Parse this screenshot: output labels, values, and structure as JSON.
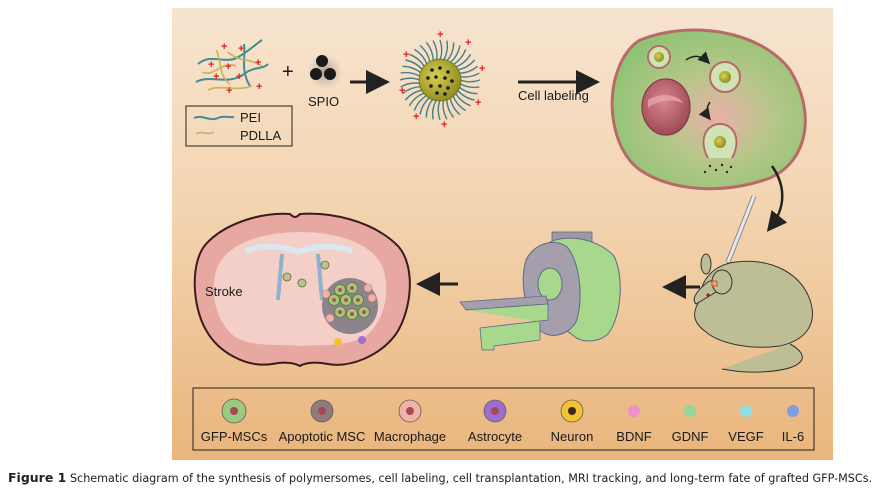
{
  "figure": {
    "labels": {
      "plus": "+",
      "spio": "SPIO",
      "cell_labeling": "Cell labeling",
      "stroke": "Stroke"
    },
    "polymer_legend": [
      {
        "name": "PEI",
        "color": "#3f8e94"
      },
      {
        "name": "PDLLA",
        "color": "#c9b25a"
      }
    ],
    "cell_legend": [
      {
        "name": "GFP-MSCs",
        "color": "#9bc97f"
      },
      {
        "name": "Apoptotic MSC",
        "color": "#8e7c7c"
      },
      {
        "name": "Macrophage",
        "color": "#f0b3aa"
      },
      {
        "name": "Astrocyte",
        "color": "#9b6fd0"
      },
      {
        "name": "Neuron",
        "color": "#f2c230"
      },
      {
        "name": "BDNF",
        "color": "#f08fc8"
      },
      {
        "name": "GDNF",
        "color": "#8fd99a"
      },
      {
        "name": "VEGF",
        "color": "#8fe0e3"
      },
      {
        "name": "IL-6",
        "color": "#7f9ee0"
      }
    ],
    "colors": {
      "charge": "#e02020",
      "cell_body": "#9cc97e",
      "membrane": "#b86a6a",
      "polymersome_core": "#b8ad2a",
      "mri": "#a8d88c",
      "mouse": "#bdbd96"
    }
  },
  "caption": {
    "label": "Figure 1",
    "text": "Schematic diagram of the synthesis of polymersomes, cell labeling, cell transplantation, MRI tracking, and long-term fate of grafted GFP-MSCs."
  }
}
